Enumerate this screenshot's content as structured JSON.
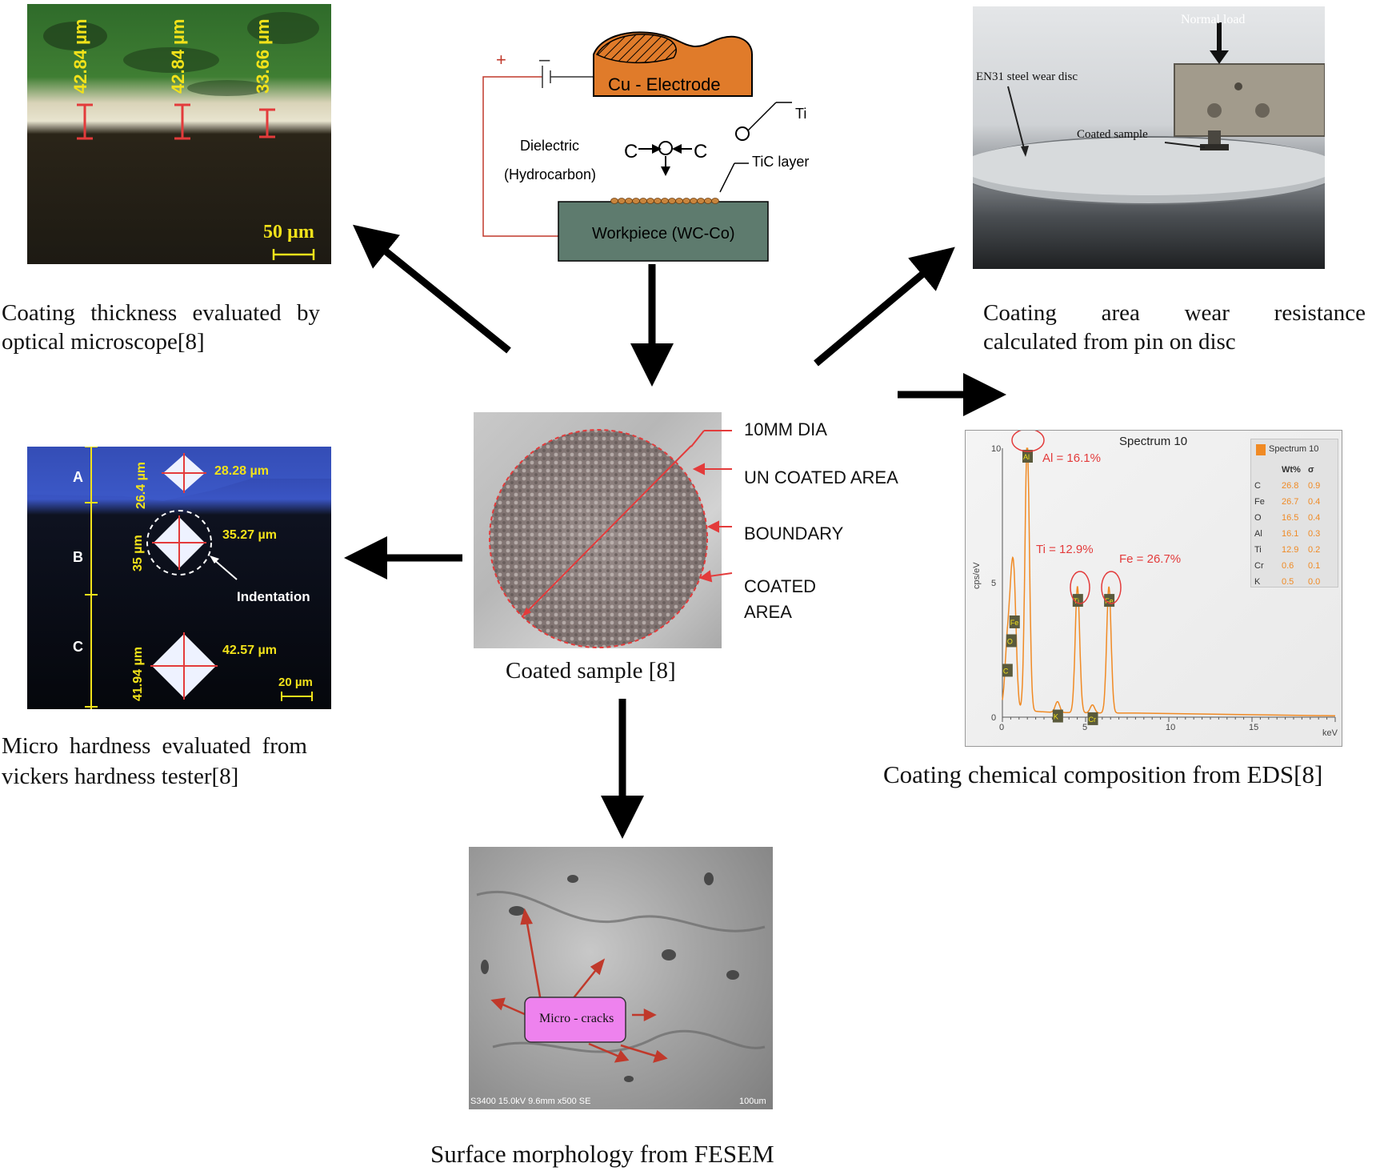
{
  "schematic": {
    "electrode": "Cu - Electrode",
    "plus": "+",
    "minus": "–",
    "dielectric_line1": "Dielectric",
    "dielectric_line2": "(Hydrocarbon)",
    "ti": "Ti",
    "reaction_c_left": "C",
    "reaction_c_right": "C",
    "tic_layer": "TiC layer",
    "workpiece": "Workpiece (WC-Co)"
  },
  "thickness": {
    "values": [
      "42.84 µm",
      "42.84 µm",
      "33.66 µm"
    ],
    "scale": "50 µm",
    "caption_line1": "Coating thickness evaluated by",
    "caption_line2": "optical microscope[8]"
  },
  "wear": {
    "normal_load": "Normal load",
    "disc_label": "EN31 steel wear disc",
    "coated_sample": "Coated sample",
    "caption_line1": "Coating area wear resistance",
    "caption_line2": "calculated from pin on disc"
  },
  "hardness": {
    "zones": [
      "A",
      "B",
      "C"
    ],
    "heights": [
      "26.4 µm",
      "35 µm",
      "41.94 µm"
    ],
    "widths": [
      "28.28 µm",
      "35.27 µm",
      "42.57 µm"
    ],
    "indentation": "Indentation",
    "scale": "20 µm",
    "caption_line1": "Micro hardness evaluated from",
    "caption_line2": "vickers hardness tester[8]"
  },
  "sample": {
    "labels": [
      "10MM DIA",
      "UN COATED AREA",
      "BOUNDARY",
      "COATED",
      "AREA"
    ],
    "caption": "Coated sample [8]"
  },
  "eds": {
    "title": "Spectrum 10",
    "legend_title": "Spectrum 10",
    "table_header": [
      "",
      "Wt%",
      "σ"
    ],
    "rows": [
      [
        "C",
        "26.8",
        "0.9"
      ],
      [
        "Fe",
        "26.7",
        "0.4"
      ],
      [
        "O",
        "16.5",
        "0.4"
      ],
      [
        "Al",
        "16.1",
        "0.3"
      ],
      [
        "Ti",
        "12.9",
        "0.2"
      ],
      [
        "Cr",
        "0.6",
        "0.1"
      ],
      [
        "K",
        "0.5",
        "0.0"
      ]
    ],
    "annotations": [
      "Al = 16.1%",
      "Ti = 12.9%",
      "Fe = 26.7%"
    ],
    "ylabel": "cps/eV",
    "xunit": "keV",
    "caption": "Coating chemical composition  from EDS[8]"
  },
  "fesem": {
    "label": "Micro - cracks",
    "footer_left": "S3400 15.0kV 9.6mm x500 SE",
    "footer_right": "100um",
    "caption": "Surface morphology  from FESEM"
  },
  "chart_data": {
    "type": "line",
    "title": "Spectrum 10",
    "xlabel": "keV",
    "ylabel": "cps/eV",
    "xlim": [
      0,
      20
    ],
    "ylim": [
      0,
      10
    ],
    "x_ticks": [
      0,
      5,
      10,
      15
    ],
    "y_ticks": [
      0,
      5,
      10
    ],
    "peaks": [
      {
        "element": "C",
        "x": 0.28,
        "y": 2.1
      },
      {
        "element": "O",
        "x": 0.52,
        "y": 3.2
      },
      {
        "element": "Fe",
        "x": 0.71,
        "y": 3.9
      },
      {
        "element": "Al",
        "x": 1.49,
        "y": 10.0
      },
      {
        "element": "K",
        "x": 3.31,
        "y": 0.4
      },
      {
        "element": "Ti",
        "x": 4.51,
        "y": 4.7
      },
      {
        "element": "Cr",
        "x": 5.41,
        "y": 0.3
      },
      {
        "element": "Fe",
        "x": 6.4,
        "y": 4.7
      }
    ]
  }
}
